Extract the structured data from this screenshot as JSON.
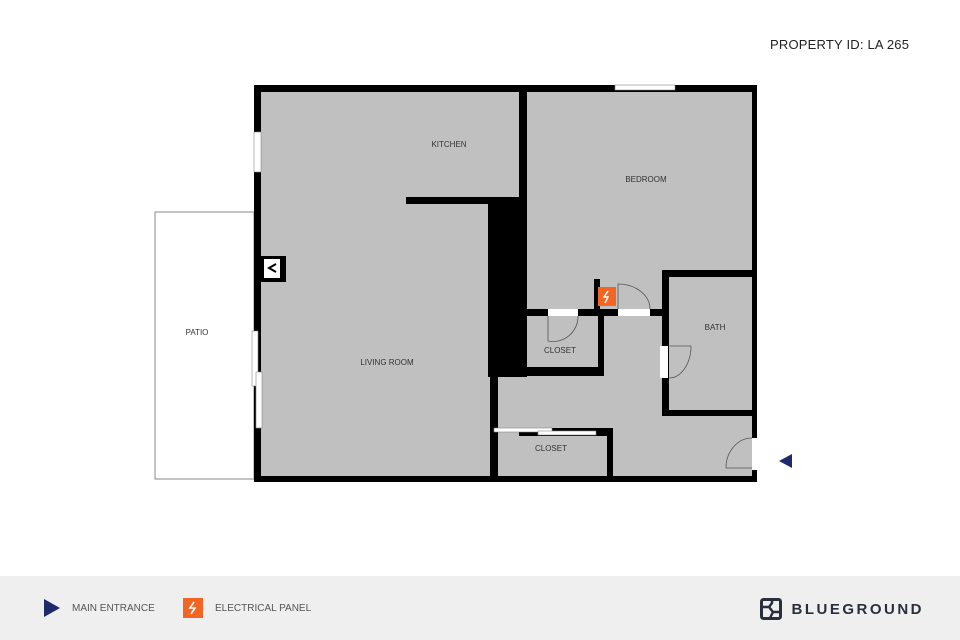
{
  "header": {
    "property_id": "PROPERTY ID: LA 265"
  },
  "rooms": {
    "kitchen": "KITCHEN",
    "bedroom": "BEDROOM",
    "living_room": "LIVING ROOM",
    "patio": "PATIO",
    "closet_1": "CLOSET",
    "closet_2": "CLOSET",
    "bath": "BATH"
  },
  "legend": [
    {
      "icon": "main-entrance-arrow-icon",
      "label": "MAIN ENTRANCE",
      "color": "#1f2a6b"
    },
    {
      "icon": "electrical-panel-icon",
      "label": "ELECTRICAL PANEL",
      "color": "#f26522"
    }
  ],
  "brand": {
    "name": "BLUEGROUND",
    "color": "#2a2f3d"
  },
  "colors": {
    "wall": "#000000",
    "floor": "#c0c0c0",
    "entrance": "#1f2a6b",
    "electrical": "#f26522"
  }
}
